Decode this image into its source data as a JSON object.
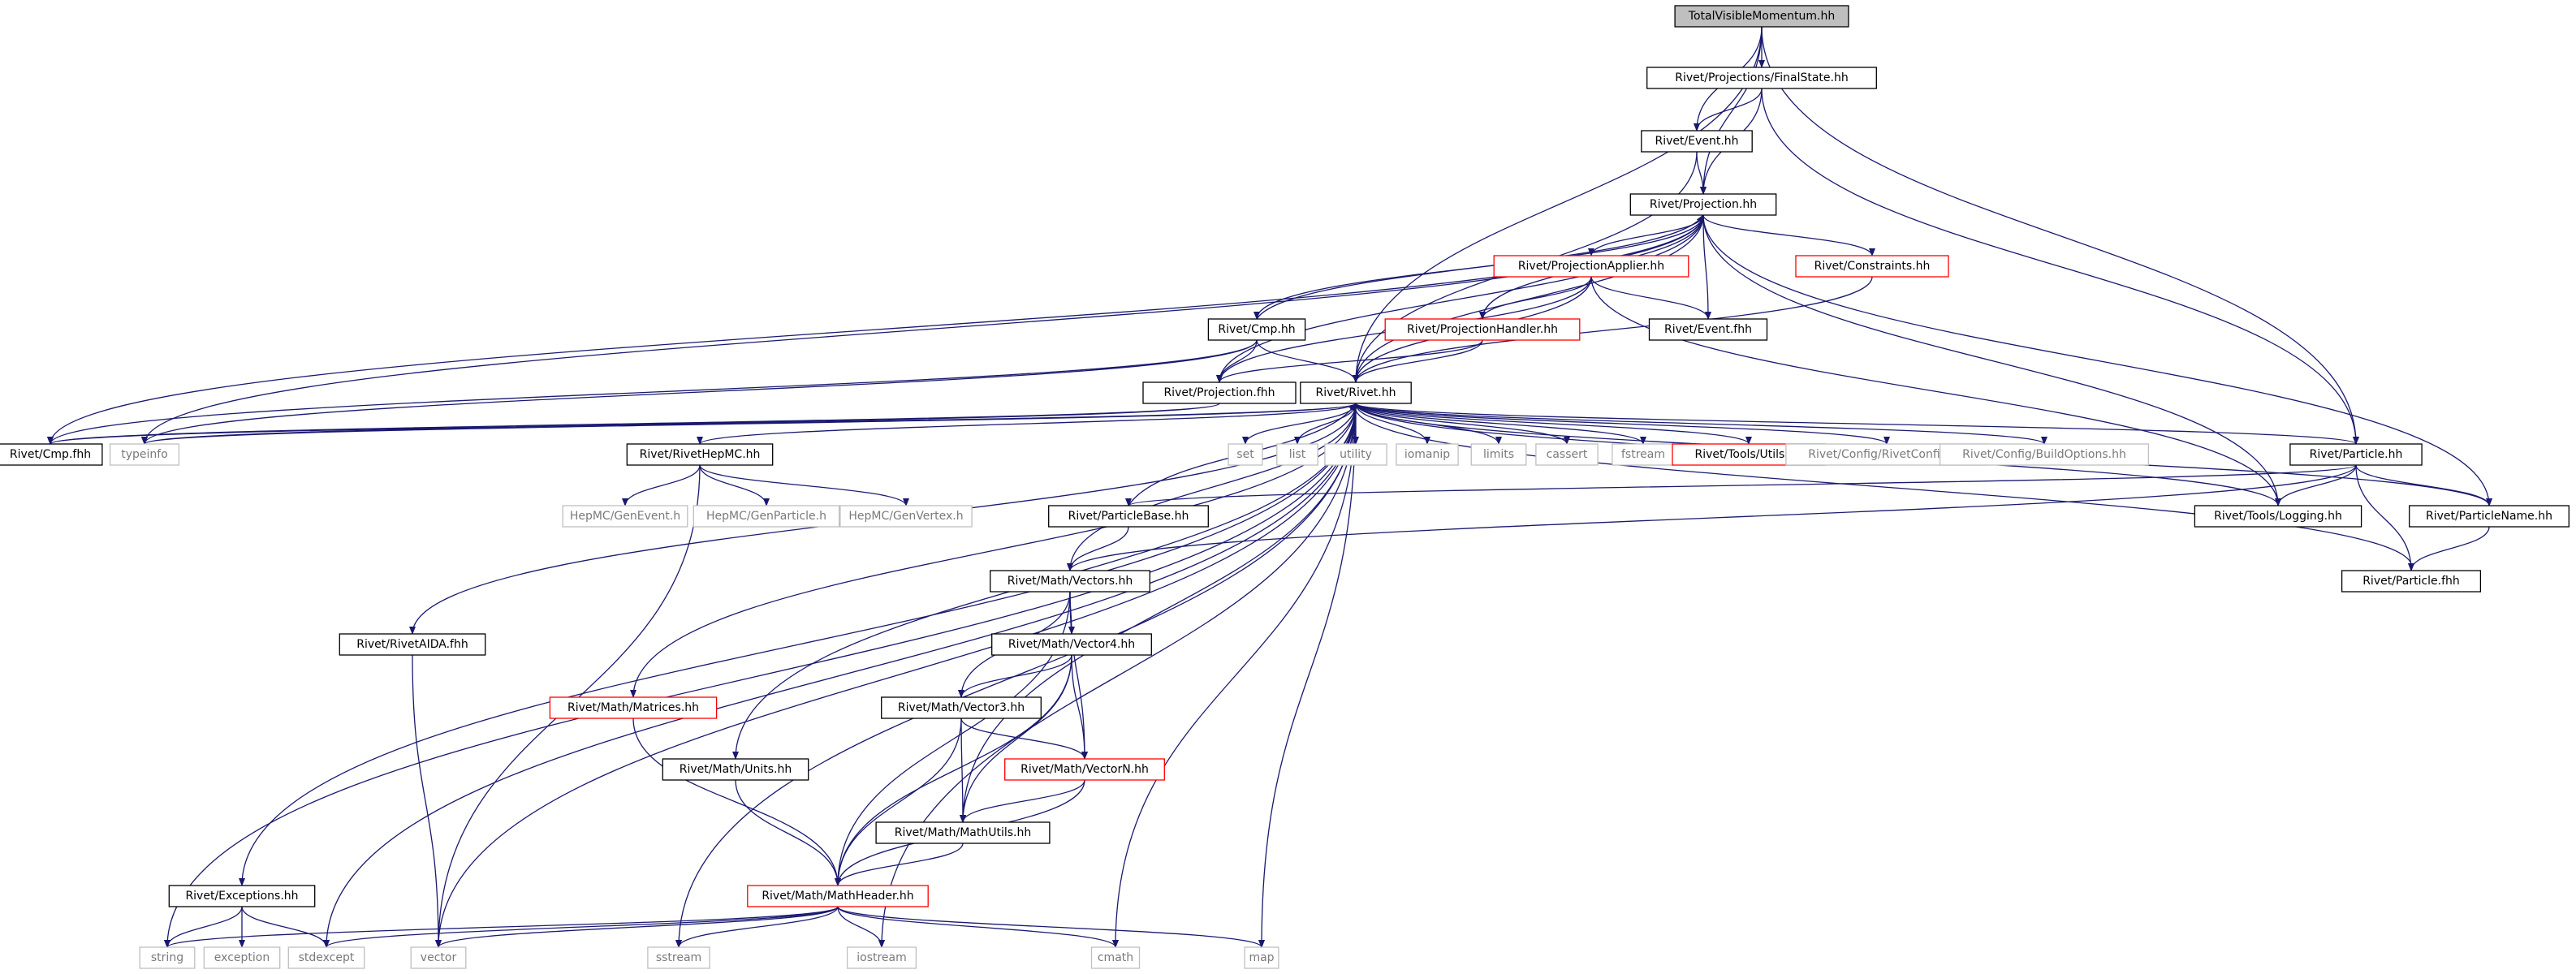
{
  "colors": {
    "edge": "#191970",
    "border_default": "#000000",
    "border_incomplete": "#ff0000",
    "border_system": "#bfbfbf",
    "root_fill": "#bfbfbf",
    "node_fill": "#ffffff"
  },
  "nodes": [
    {
      "id": "root",
      "label": "TotalVisibleMomentum.hh",
      "kind": "root"
    },
    {
      "id": "finalstate",
      "label": "Rivet/Projections/FinalState.hh",
      "kind": "default"
    },
    {
      "id": "event",
      "label": "Rivet/Event.hh",
      "kind": "default"
    },
    {
      "id": "projection",
      "label": "Rivet/Projection.hh",
      "kind": "default"
    },
    {
      "id": "projapplier",
      "label": "Rivet/ProjectionApplier.hh",
      "kind": "incomplete"
    },
    {
      "id": "constraints",
      "label": "Rivet/Constraints.hh",
      "kind": "incomplete"
    },
    {
      "id": "cmp",
      "label": "Rivet/Cmp.hh",
      "kind": "default"
    },
    {
      "id": "projhandler",
      "label": "Rivet/ProjectionHandler.hh",
      "kind": "incomplete"
    },
    {
      "id": "eventfhh",
      "label": "Rivet/Event.fhh",
      "kind": "default"
    },
    {
      "id": "projfhh",
      "label": "Rivet/Projection.fhh",
      "kind": "default"
    },
    {
      "id": "rivet",
      "label": "Rivet/Rivet.hh",
      "kind": "default"
    },
    {
      "id": "cmpfhh",
      "label": "Rivet/Cmp.fhh",
      "kind": "default"
    },
    {
      "id": "typeinfo",
      "label": "typeinfo",
      "kind": "system"
    },
    {
      "id": "rivethepmc",
      "label": "Rivet/RivetHepMC.hh",
      "kind": "default"
    },
    {
      "id": "set",
      "label": "set",
      "kind": "system"
    },
    {
      "id": "list",
      "label": "list",
      "kind": "system"
    },
    {
      "id": "utility",
      "label": "utility",
      "kind": "system"
    },
    {
      "id": "iomanip",
      "label": "iomanip",
      "kind": "system"
    },
    {
      "id": "limits",
      "label": "limits",
      "kind": "system"
    },
    {
      "id": "cassert",
      "label": "cassert",
      "kind": "system"
    },
    {
      "id": "fstream",
      "label": "fstream",
      "kind": "system"
    },
    {
      "id": "toolsutils",
      "label": "Rivet/Tools/Utils.hh",
      "kind": "incomplete"
    },
    {
      "id": "rivetconfig",
      "label": "Rivet/Config/RivetConfig.hh",
      "kind": "system"
    },
    {
      "id": "buildoptions",
      "label": "Rivet/Config/BuildOptions.hh",
      "kind": "system"
    },
    {
      "id": "particle",
      "label": "Rivet/Particle.hh",
      "kind": "default"
    },
    {
      "id": "genevent",
      "label": "HepMC/GenEvent.h",
      "kind": "system"
    },
    {
      "id": "genparticle",
      "label": "HepMC/GenParticle.h",
      "kind": "system"
    },
    {
      "id": "genvertex",
      "label": "HepMC/GenVertex.h",
      "kind": "system"
    },
    {
      "id": "particlebase",
      "label": "Rivet/ParticleBase.hh",
      "kind": "default"
    },
    {
      "id": "logging",
      "label": "Rivet/Tools/Logging.hh",
      "kind": "default"
    },
    {
      "id": "particlename",
      "label": "Rivet/ParticleName.hh",
      "kind": "default"
    },
    {
      "id": "vectors",
      "label": "Rivet/Math/Vectors.hh",
      "kind": "default"
    },
    {
      "id": "particlefhh",
      "label": "Rivet/Particle.fhh",
      "kind": "default"
    },
    {
      "id": "rivetaida",
      "label": "Rivet/RivetAIDA.fhh",
      "kind": "default"
    },
    {
      "id": "vector4",
      "label": "Rivet/Math/Vector4.hh",
      "kind": "default"
    },
    {
      "id": "matrices",
      "label": "Rivet/Math/Matrices.hh",
      "kind": "incomplete"
    },
    {
      "id": "vector3",
      "label": "Rivet/Math/Vector3.hh",
      "kind": "default"
    },
    {
      "id": "units",
      "label": "Rivet/Math/Units.hh",
      "kind": "default"
    },
    {
      "id": "vectorN",
      "label": "Rivet/Math/VectorN.hh",
      "kind": "incomplete"
    },
    {
      "id": "mathutils",
      "label": "Rivet/Math/MathUtils.hh",
      "kind": "default"
    },
    {
      "id": "exceptions",
      "label": "Rivet/Exceptions.hh",
      "kind": "default"
    },
    {
      "id": "mathheader",
      "label": "Rivet/Math/MathHeader.hh",
      "kind": "incomplete"
    },
    {
      "id": "string",
      "label": "string",
      "kind": "system"
    },
    {
      "id": "exception",
      "label": "exception",
      "kind": "system"
    },
    {
      "id": "stdexcept",
      "label": "stdexcept",
      "kind": "system"
    },
    {
      "id": "vector",
      "label": "vector",
      "kind": "system"
    },
    {
      "id": "sstream",
      "label": "sstream",
      "kind": "system"
    },
    {
      "id": "iostream",
      "label": "iostream",
      "kind": "system"
    },
    {
      "id": "cmath",
      "label": "cmath",
      "kind": "system"
    },
    {
      "id": "map",
      "label": "map",
      "kind": "system"
    }
  ],
  "edges": [
    [
      "root",
      "finalstate"
    ],
    [
      "root",
      "event"
    ],
    [
      "root",
      "projection"
    ],
    [
      "root",
      "rivet"
    ],
    [
      "root",
      "particle"
    ],
    [
      "finalstate",
      "event"
    ],
    [
      "finalstate",
      "projection"
    ],
    [
      "finalstate",
      "particle"
    ],
    [
      "event",
      "projection"
    ],
    [
      "event",
      "rivet"
    ],
    [
      "projection",
      "projapplier"
    ],
    [
      "projection",
      "constraints"
    ],
    [
      "projection",
      "cmp"
    ],
    [
      "projection",
      "projhandler"
    ],
    [
      "projection",
      "eventfhh"
    ],
    [
      "projection",
      "projfhh"
    ],
    [
      "projection",
      "rivet"
    ],
    [
      "projection",
      "cmpfhh"
    ],
    [
      "projection",
      "typeinfo"
    ],
    [
      "projection",
      "logging"
    ],
    [
      "projection",
      "particlename"
    ],
    [
      "projapplier",
      "projhandler"
    ],
    [
      "projapplier",
      "eventfhh"
    ],
    [
      "projapplier",
      "projfhh"
    ],
    [
      "projapplier",
      "rivet"
    ],
    [
      "projapplier",
      "logging"
    ],
    [
      "cmp",
      "projection"
    ],
    [
      "cmp",
      "projfhh"
    ],
    [
      "cmp",
      "rivet"
    ],
    [
      "cmp",
      "cmpfhh"
    ],
    [
      "cmp",
      "typeinfo"
    ],
    [
      "projhandler",
      "projfhh"
    ],
    [
      "projhandler",
      "rivet"
    ],
    [
      "projfhh",
      "cmpfhh"
    ],
    [
      "projfhh",
      "typeinfo"
    ],
    [
      "constraints",
      "rivet"
    ],
    [
      "rivet",
      "cmpfhh"
    ],
    [
      "rivet",
      "typeinfo"
    ],
    [
      "rivet",
      "rivethepmc"
    ],
    [
      "rivet",
      "set"
    ],
    [
      "rivet",
      "list"
    ],
    [
      "rivet",
      "utility"
    ],
    [
      "rivet",
      "iomanip"
    ],
    [
      "rivet",
      "limits"
    ],
    [
      "rivet",
      "cassert"
    ],
    [
      "rivet",
      "fstream"
    ],
    [
      "rivet",
      "toolsutils"
    ],
    [
      "rivet",
      "rivetconfig"
    ],
    [
      "rivet",
      "buildoptions"
    ],
    [
      "rivet",
      "particle"
    ],
    [
      "rivet",
      "logging"
    ],
    [
      "rivet",
      "particlename"
    ],
    [
      "rivet",
      "vectors"
    ],
    [
      "rivet",
      "rivetaida"
    ],
    [
      "rivet",
      "matrices"
    ],
    [
      "rivet",
      "units"
    ],
    [
      "rivet",
      "mathutils"
    ],
    [
      "rivet",
      "exceptions"
    ],
    [
      "rivet",
      "string"
    ],
    [
      "rivet",
      "stdexcept"
    ],
    [
      "rivet",
      "vector"
    ],
    [
      "rivet",
      "sstream"
    ],
    [
      "rivet",
      "iostream"
    ],
    [
      "rivet",
      "cmath"
    ],
    [
      "rivet",
      "map"
    ],
    [
      "rivethepmc",
      "genevent"
    ],
    [
      "rivethepmc",
      "genparticle"
    ],
    [
      "rivethepmc",
      "genvertex"
    ],
    [
      "rivethepmc",
      "vector"
    ],
    [
      "particle",
      "particlebase"
    ],
    [
      "particle",
      "logging"
    ],
    [
      "particle",
      "particlename"
    ],
    [
      "particle",
      "particlefhh"
    ],
    [
      "particle",
      "vectors"
    ],
    [
      "particlebase",
      "rivet"
    ],
    [
      "particlebase",
      "vectors"
    ],
    [
      "particlename",
      "particlefhh"
    ],
    [
      "particlefhh",
      "rivet"
    ],
    [
      "vectors",
      "vector4"
    ],
    [
      "vectors",
      "vector3"
    ],
    [
      "vectors",
      "vectorN"
    ],
    [
      "vectors",
      "mathheader"
    ],
    [
      "vector4",
      "vector3"
    ],
    [
      "vector4",
      "vectorN"
    ],
    [
      "vector4",
      "mathutils"
    ],
    [
      "vector4",
      "mathheader"
    ],
    [
      "vector3",
      "vectorN"
    ],
    [
      "vector3",
      "mathutils"
    ],
    [
      "vector3",
      "mathheader"
    ],
    [
      "vectorN",
      "mathutils"
    ],
    [
      "vectorN",
      "mathheader"
    ],
    [
      "mathutils",
      "mathheader"
    ],
    [
      "matrices",
      "mathheader"
    ],
    [
      "units",
      "mathheader"
    ],
    [
      "rivetaida",
      "vector"
    ],
    [
      "exceptions",
      "string"
    ],
    [
      "exceptions",
      "exception"
    ],
    [
      "exceptions",
      "stdexcept"
    ],
    [
      "mathheader",
      "string"
    ],
    [
      "mathheader",
      "stdexcept"
    ],
    [
      "mathheader",
      "vector"
    ],
    [
      "mathheader",
      "sstream"
    ],
    [
      "mathheader",
      "iostream"
    ],
    [
      "mathheader",
      "cmath"
    ],
    [
      "mathheader",
      "map"
    ]
  ]
}
